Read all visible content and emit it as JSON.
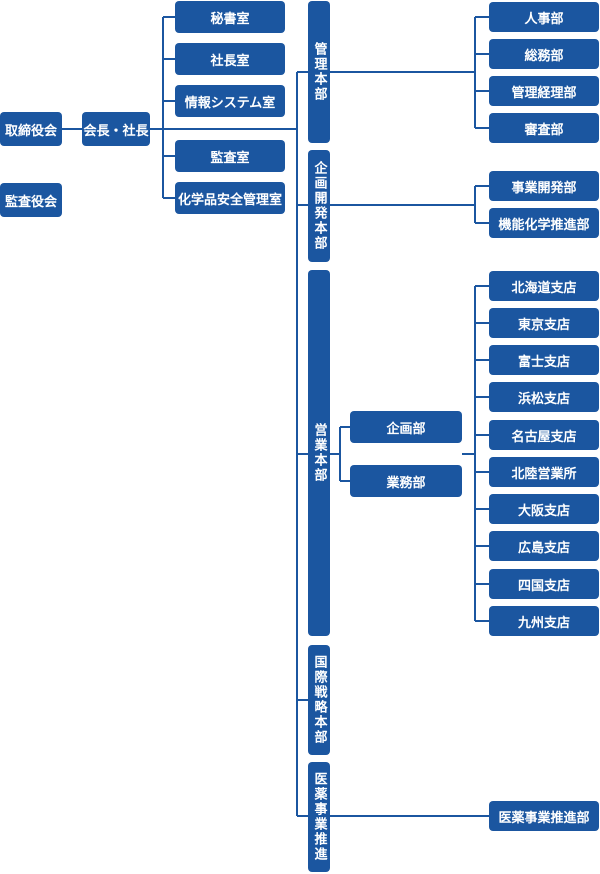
{
  "executive": {
    "board": "取締役会",
    "auditors": "監査役会",
    "president": "会長・社長"
  },
  "offices": [
    "秘書室",
    "社長室",
    "情報システム室",
    "監査室",
    "化学品安全管理室"
  ],
  "divisions": {
    "management": {
      "name": "管理本部",
      "departments": [
        "人事部",
        "総務部",
        "管理経理部",
        "審査部"
      ]
    },
    "planning": {
      "name": "企画開発本部",
      "departments": [
        "事業開発部",
        "機能化学推進部"
      ]
    },
    "sales": {
      "name": "営業本部",
      "departments": [
        "企画部",
        "業務部"
      ],
      "branches": [
        "北海道支店",
        "東京支店",
        "富士支店",
        "浜松支店",
        "名古屋支店",
        "北陸営業所",
        "大阪支店",
        "広島支店",
        "四国支店",
        "九州支店"
      ]
    },
    "international": {
      "name": "国際戦略本部"
    },
    "pharma": {
      "name": "医薬事業推進",
      "departments": [
        "医薬事業推進部"
      ]
    }
  },
  "colors": {
    "box": "#1b56a0",
    "line": "#1b56a0",
    "text": "#ffffff"
  }
}
